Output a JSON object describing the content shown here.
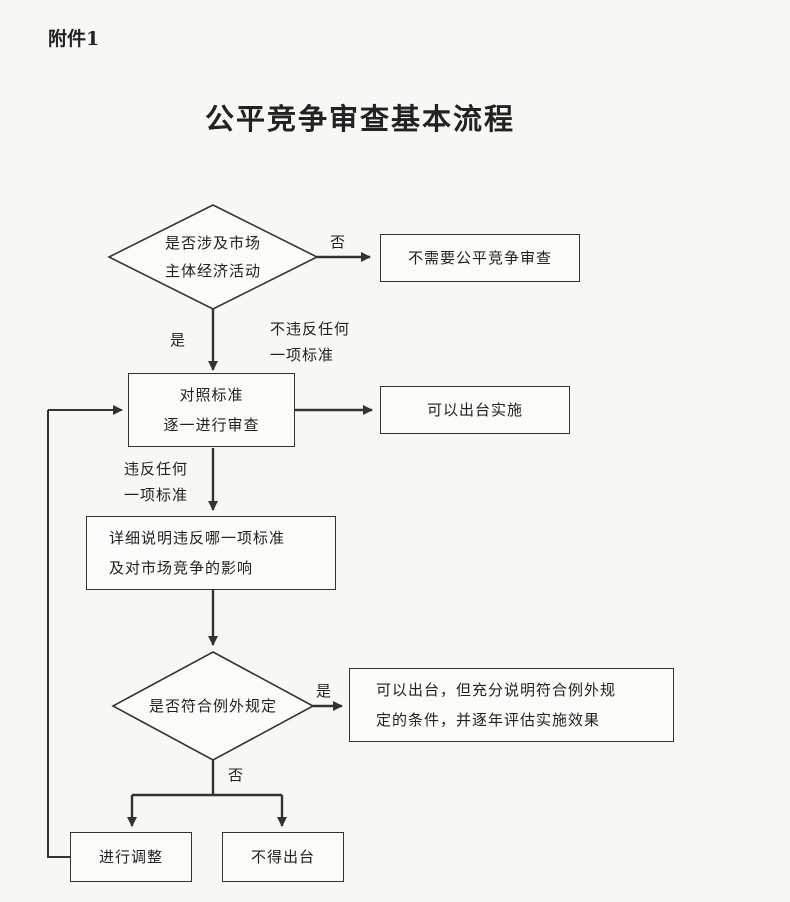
{
  "attachment_label": "附件1",
  "title": "公平竞争审查基本流程",
  "nodes": {
    "decision_market": "是否涉及市场\n主体经济活动",
    "no_review": "不需要公平竞争审查",
    "compare": "对照标准\n逐一进行审查",
    "implement": "可以出台实施",
    "explain": "详细说明违反哪一项标准\n及对市场竞争的影响",
    "decision_exception": "是否符合例外规定",
    "exception_ok": "可以出台，但充分说明符合例外规\n定的条件，并逐年评估实施效果",
    "adjust": "进行调整",
    "reject": "不得出台"
  },
  "edge_labels": {
    "no_1": "否",
    "yes_1": "是",
    "not_violate": "不违反任何\n一项标准",
    "violate": "违反任何\n一项标准",
    "yes_2": "是",
    "no_2": "否"
  }
}
